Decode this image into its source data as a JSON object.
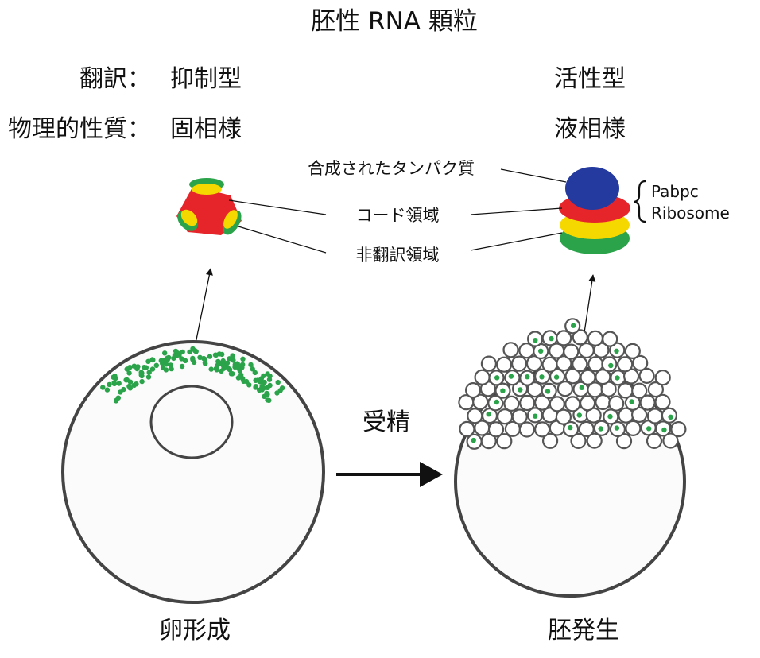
{
  "title": "胚性 RNA 顆粒",
  "rows": {
    "translation": {
      "label": "翻訳：",
      "left": "抑制型",
      "right": "活性型"
    },
    "physical": {
      "label": "物理的性質：",
      "left": "固相様",
      "right": "液相様"
    }
  },
  "callouts": {
    "protein": "合成されたタンパク質",
    "coding": "コード領域",
    "utr": "非翻訳領域"
  },
  "brace_items": [
    "Pabpc",
    "Ribosome"
  ],
  "fertilization": "受精",
  "left_caption": "卵形成",
  "right_caption": "胚発生",
  "colors": {
    "green": "#2aa34a",
    "yellow": "#f5d800",
    "red": "#e5252a",
    "blue": "#253a9e",
    "outline": "#444444"
  }
}
